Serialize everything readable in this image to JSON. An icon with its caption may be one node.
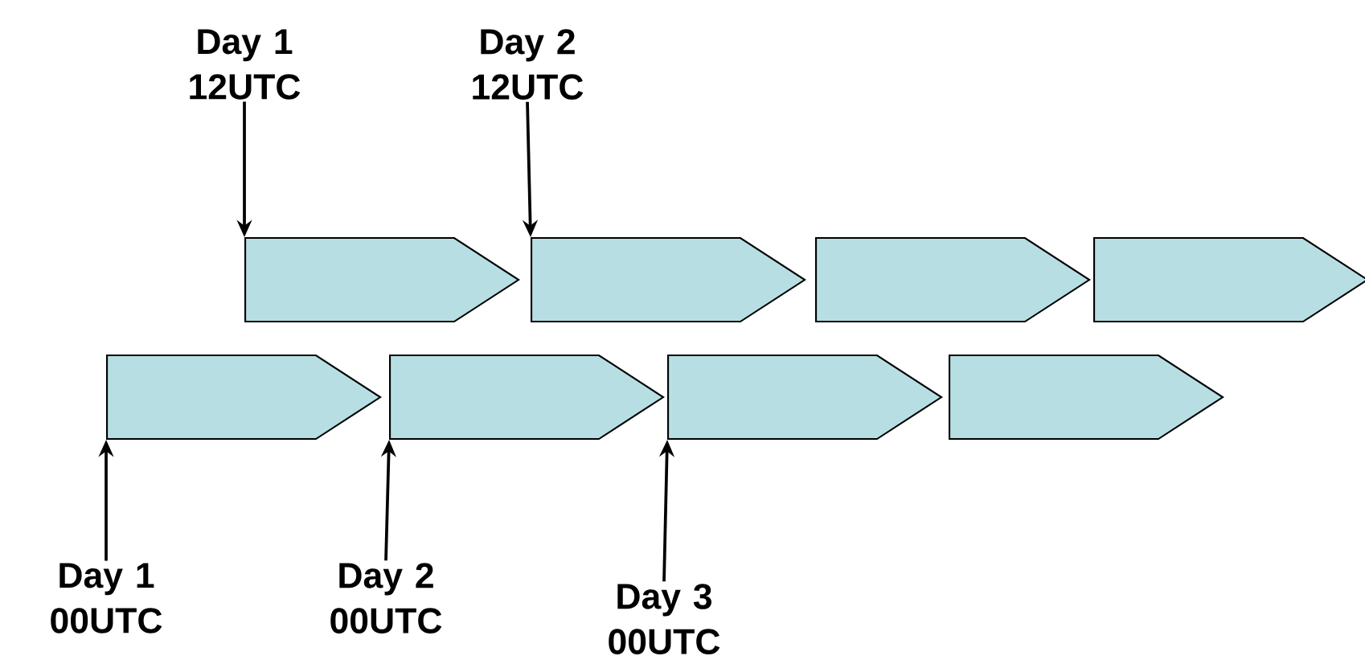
{
  "diagram": {
    "nodes": [
      {
        "text": [
          "Day 1 12UTC"
        ]
      },
      {
        "text": [
          "Day 2 12UTC"
        ]
      },
      {
        "text": [],
        "shape": "pentagon"
      },
      {
        "text": [],
        "shape": "pentagon"
      },
      {
        "text": [],
        "shape": "pentagon"
      },
      {
        "text": [],
        "shape": "pentagon"
      },
      {
        "text": [],
        "shape": "pentagon"
      },
      {
        "text": [],
        "shape": "pentagon"
      },
      {
        "text": [],
        "shape": "pentagon"
      },
      {
        "text": [],
        "shape": "pentagon"
      },
      {
        "text": [
          "Day 1 00UTC"
        ]
      },
      {
        "text": [
          "Day 2 00UTC"
        ]
      },
      {
        "text": [
          "Day 3 00UTC"
        ]
      }
    ],
    "edges": [
      {
        "from": 0,
        "to": 2,
        "arrow": "to"
      },
      {
        "from": 1,
        "to": 3,
        "arrow": "to"
      },
      {
        "from": 10,
        "to": 6,
        "arrow": "to"
      },
      {
        "from": 11,
        "to": 7,
        "arrow": "to"
      },
      {
        "from": 12,
        "to": 8,
        "arrow": "to"
      }
    ]
  }
}
